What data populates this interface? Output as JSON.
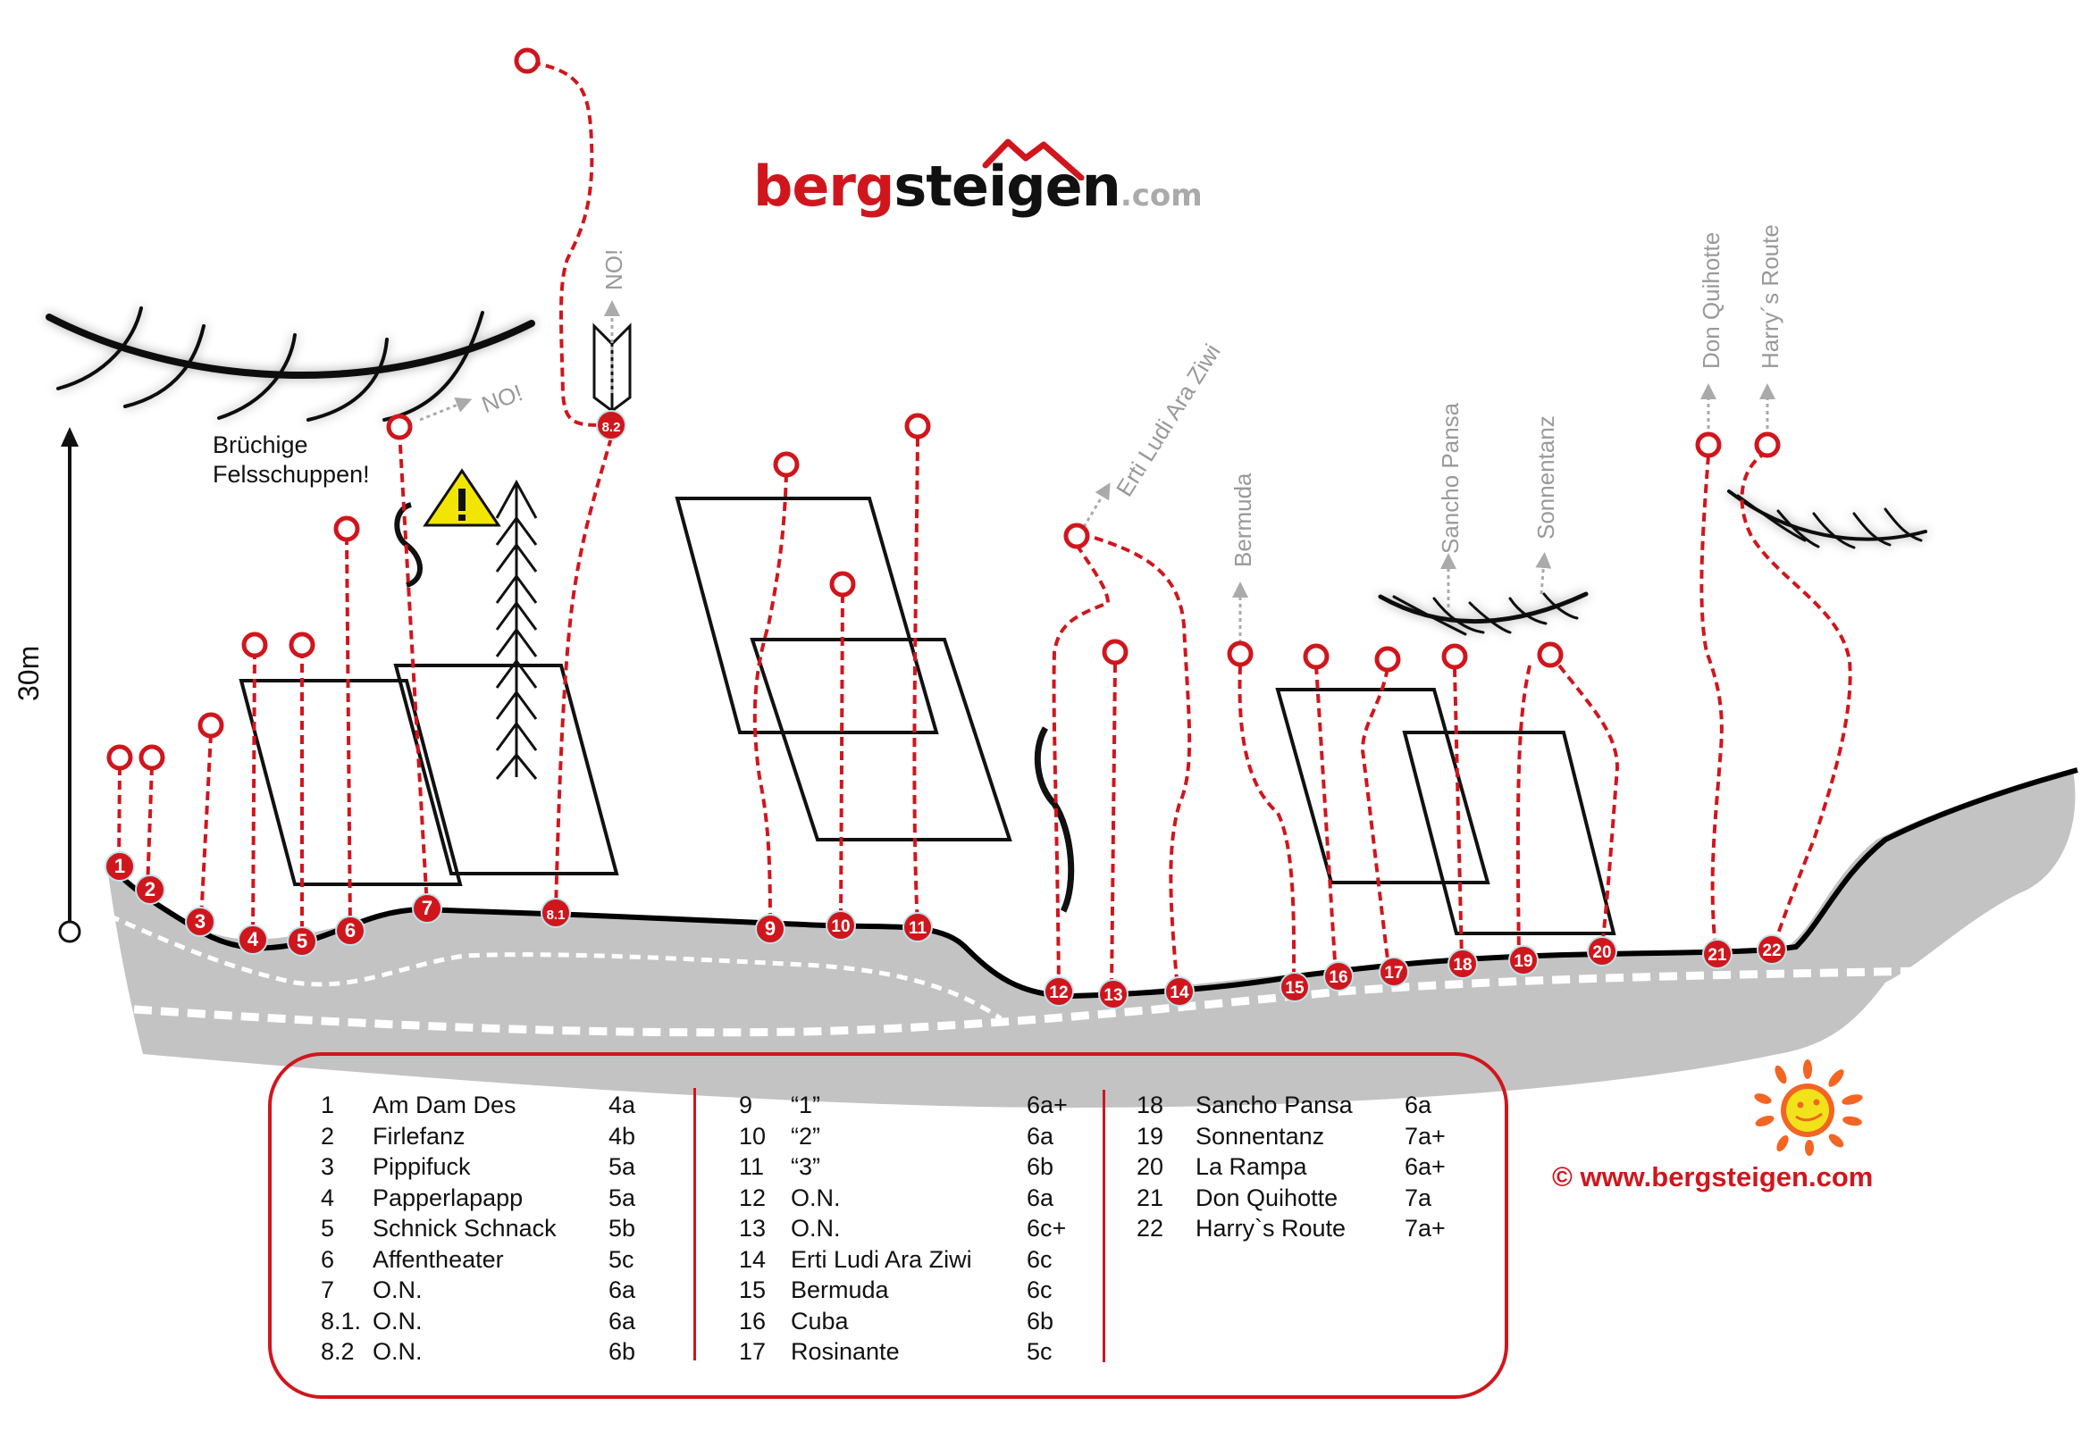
{
  "logo": {
    "part1": "berg",
    "part2": "steigen",
    "part3": ".com"
  },
  "copyright": "©  www.bergsteigen.com",
  "scale": {
    "label": "30m"
  },
  "warning_note": {
    "line1": "Brüchige",
    "line2": "Felsschuppen!"
  },
  "direction_labels": {
    "no_left": "NO!",
    "no_center": "NO!",
    "erti": "Erti Ludi Ara Ziwi",
    "bermuda": "Bermuda",
    "sancho": "Sancho Pansa",
    "sonnentanz": "Sonnentanz",
    "don": "Don Quihotte",
    "harry": "Harry´s Route"
  },
  "markers": [
    "1",
    "2",
    "3",
    "4",
    "5",
    "6",
    "7",
    "8.1",
    "8.2",
    "9",
    "10",
    "11",
    "12",
    "13",
    "14",
    "15",
    "16",
    "17",
    "18",
    "19",
    "20",
    "21",
    "22"
  ],
  "legend": {
    "columns": [
      [
        {
          "num": "1",
          "name": "Am Dam Des",
          "grade": "4a"
        },
        {
          "num": "2",
          "name": "Firlefanz",
          "grade": "4b"
        },
        {
          "num": "3",
          "name": "Pippifuck",
          "grade": "5a"
        },
        {
          "num": "4",
          "name": "Papperlapapp",
          "grade": "5a"
        },
        {
          "num": "5",
          "name": "Schnick Schnack",
          "grade": "5b"
        },
        {
          "num": "6",
          "name": "Affentheater",
          "grade": "5c"
        },
        {
          "num": "7",
          "name": "O.N.",
          "grade": "6a"
        },
        {
          "num": "8.1.",
          "name": "O.N.",
          "grade": "6a"
        },
        {
          "num": "8.2",
          "name": "O.N.",
          "grade": "6b"
        }
      ],
      [
        {
          "num": "9",
          "name": "“1”",
          "grade": "6a+"
        },
        {
          "num": "10",
          "name": "“2”",
          "grade": "6a"
        },
        {
          "num": "11",
          "name": "“3”",
          "grade": "6b"
        },
        {
          "num": "12",
          "name": "O.N.",
          "grade": "6a"
        },
        {
          "num": "13",
          "name": "O.N.",
          "grade": "6c+"
        },
        {
          "num": "14",
          "name": "Erti Ludi Ara Ziwi",
          "grade": "6c"
        },
        {
          "num": "15",
          "name": "Bermuda",
          "grade": "6c"
        },
        {
          "num": "16",
          "name": "Cuba",
          "grade": "6b"
        },
        {
          "num": "17",
          "name": "Rosinante",
          "grade": "5c"
        }
      ],
      [
        {
          "num": "18",
          "name": "Sancho Pansa",
          "grade": "6a"
        },
        {
          "num": "19",
          "name": "Sonnentanz",
          "grade": "7a+"
        },
        {
          "num": "20",
          "name": "La Rampa",
          "grade": "6a+"
        },
        {
          "num": "21",
          "name": "Don Quihotte",
          "grade": "7a"
        },
        {
          "num": "22",
          "name": "Harry`s Route",
          "grade": "7a+"
        }
      ]
    ]
  },
  "colors": {
    "route": "#d0161d",
    "ground": "#c3c3c3",
    "label_grey": "#999999",
    "warning": "#f2e600"
  }
}
